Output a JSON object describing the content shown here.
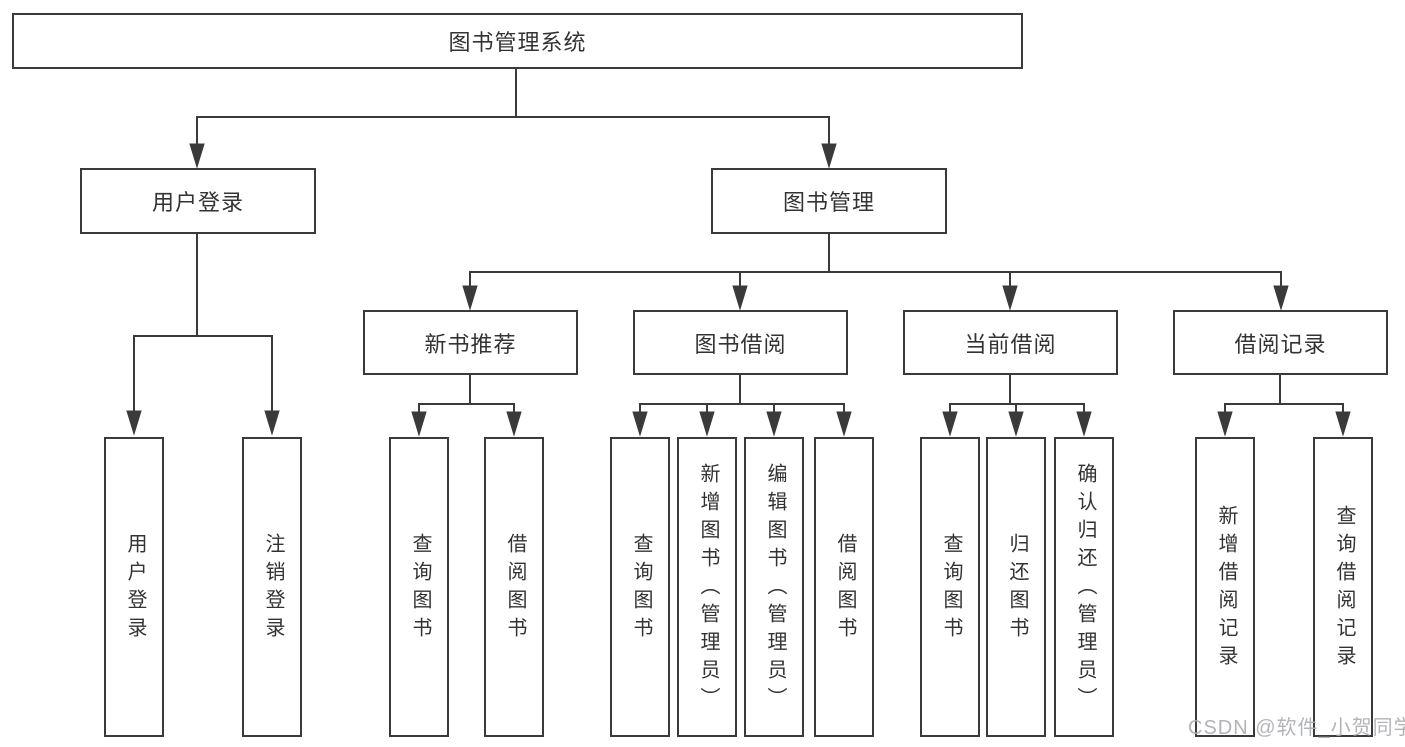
{
  "colors": {
    "background": "#ffffff",
    "line": "#3a3a3a",
    "box_border": "#3a3a3a",
    "text": "#333333",
    "watermark": "#acaeb1"
  },
  "watermark": "CSDN @软件_小贺同学",
  "tree": {
    "label": "图书管理系统",
    "children": [
      {
        "label": "用户登录",
        "children": [
          {
            "label": "用户登录"
          },
          {
            "label": "注销登录"
          }
        ]
      },
      {
        "label": "图书管理",
        "children": [
          {
            "label": "新书推荐",
            "children": [
              {
                "label": "查询图书"
              },
              {
                "label": "借阅图书"
              }
            ]
          },
          {
            "label": "图书借阅",
            "children": [
              {
                "label": "查询图书"
              },
              {
                "label": "新增图书（管理员）"
              },
              {
                "label": "编辑图书（管理员）"
              },
              {
                "label": "借阅图书"
              }
            ]
          },
          {
            "label": "当前借阅",
            "children": [
              {
                "label": "查询图书"
              },
              {
                "label": "归还图书"
              },
              {
                "label": "确认归还（管理员）"
              }
            ]
          },
          {
            "label": "借阅记录",
            "children": [
              {
                "label": "新增借阅记录"
              },
              {
                "label": "查询借阅记录"
              }
            ]
          }
        ]
      }
    ]
  }
}
